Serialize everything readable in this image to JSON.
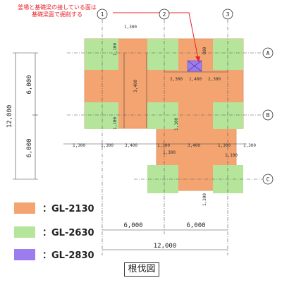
{
  "note": {
    "line1": "釜場と基礎梁の接している面は",
    "line2": "基礎梁面で掘削する"
  },
  "axes": {
    "columns": [
      "1",
      "2",
      "3"
    ],
    "rows": [
      "A",
      "B",
      "C"
    ]
  },
  "dimensions": {
    "left_total": "12,000",
    "left_top": "6,000",
    "left_bottom": "6,000",
    "bottom_left": "6,000",
    "bottom_right": "6,000",
    "bottom_total": "12,000",
    "row_mid": [
      "1,300",
      "1,300",
      "3,400",
      "1,300",
      "3,400",
      "1,300",
      "1,300"
    ],
    "top_1300": "1,300",
    "top_800": "800",
    "v_1100_a": "1,100",
    "v_3400": "3,400",
    "v_1100_b": "1,100",
    "row_a": [
      "2,300",
      "1,400",
      "2,300"
    ],
    "v_1100_c": "1,100",
    "under_1300": "1,300",
    "right_1100": "1,100",
    "bottom_1300": "1,300"
  },
  "legend": [
    {
      "label": "：GL-2130",
      "color": "#f4a470"
    },
    {
      "label": "：GL-2630",
      "color": "#b4e59a"
    },
    {
      "label": "：GL-2830",
      "color": "#9d7cf0"
    }
  ],
  "caption": "根伐図",
  "colors": {
    "deep": "#f4a470",
    "footing": "#b4e59a",
    "pit": "#9d7cf0",
    "note": "#e8202a"
  }
}
